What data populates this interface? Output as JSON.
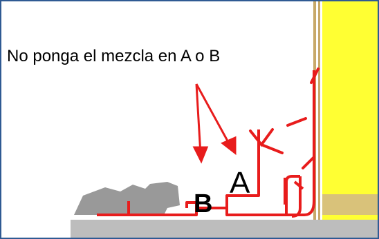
{
  "caption": "No ponga el mezcla en A o B",
  "labels": {
    "a": "A",
    "b": "B"
  },
  "colors": {
    "frame_border": "#2f5a93",
    "red_structure": "#e81c1c",
    "yellow_panel": "#ffff33",
    "tan_band": "#d9c27a",
    "concrete": "#bdbdbd",
    "rubble": "#999999",
    "wall": "#c8a96a"
  }
}
